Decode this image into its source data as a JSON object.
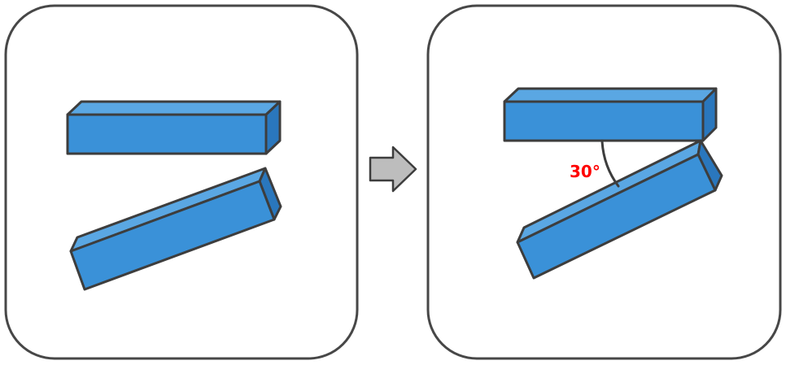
{
  "panels": [
    {
      "id": "before"
    },
    {
      "id": "after",
      "annotation": {
        "angle_text": "30°"
      }
    }
  ],
  "colors": {
    "block_front": "#3a91d8",
    "block_top": "#5aa7e3",
    "block_side": "#2a77bd",
    "outline": "#3d3d3d",
    "panel_border": "#474747",
    "arrow_fill": "#bdbdbd",
    "angle_text": "#ff0000"
  },
  "icons": {
    "transition": "right-arrow-icon",
    "angle_marker": "angle-arc-icon"
  }
}
